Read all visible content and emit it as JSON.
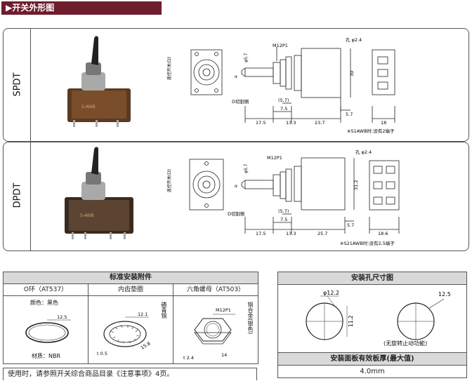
{
  "section_title": "开关外形图",
  "spdt": {
    "label": "SPDT",
    "dims": {
      "phi57": "φ5.7",
      "m12": "M12P1",
      "hole": "孔 φ2.4",
      "alpha": "α",
      "dcut": "D切割侧",
      "d57": "(5.7)",
      "d75": "7.5",
      "d175": "17.5",
      "d133": "13.3",
      "d237": "23.7",
      "d57b": "5.7",
      "d30": "30",
      "d18": "18",
      "note": "※S1AWB时:没有2端子",
      "side": "遥控开关(D)"
    }
  },
  "dpdt": {
    "label": "DPDT",
    "dims": {
      "phi57": "φ5.7",
      "m12": "M12P1",
      "hole": "孔 φ2.4",
      "alpha": "α",
      "dcut": "D切割侧",
      "d57": "(5.7)",
      "d75": "7.5",
      "d175": "17.5",
      "d133": "13.3",
      "d257": "25.7",
      "d57b": "5.7",
      "d312": "31.2",
      "d186": "18.6",
      "note": "※S21AWB时:没有2,5端子",
      "side": "遥控开关(D)"
    }
  },
  "accessories": {
    "title": "标准安装附件",
    "cols": [
      "O环（AT537）",
      "内齿垫圈",
      "六角螺母（AT503）"
    ],
    "oring": {
      "color": "颜色：黑色",
      "dim": "12.5",
      "material": "材质：NBR"
    },
    "washer": {
      "d121": "12.1",
      "d158": "15.8",
      "t05": "t 0.5",
      "material": "磷青铜"
    },
    "nut": {
      "m12": "M12P1",
      "d14": "14",
      "t24": "t 2.4",
      "material": "铜合金(银色)"
    }
  },
  "footer_note": "使用时，请参照开关综合商品目录《注意事项》4页。",
  "hole_size": {
    "title": "安装孔尺寸图",
    "phi": "φ12.2",
    "h": "11.2",
    "d125": "12.5",
    "anti_rot": "(无旋转止动功能)",
    "thickness_title": "安装面板有效板厚(最大值)",
    "thickness": "4.0mm"
  }
}
